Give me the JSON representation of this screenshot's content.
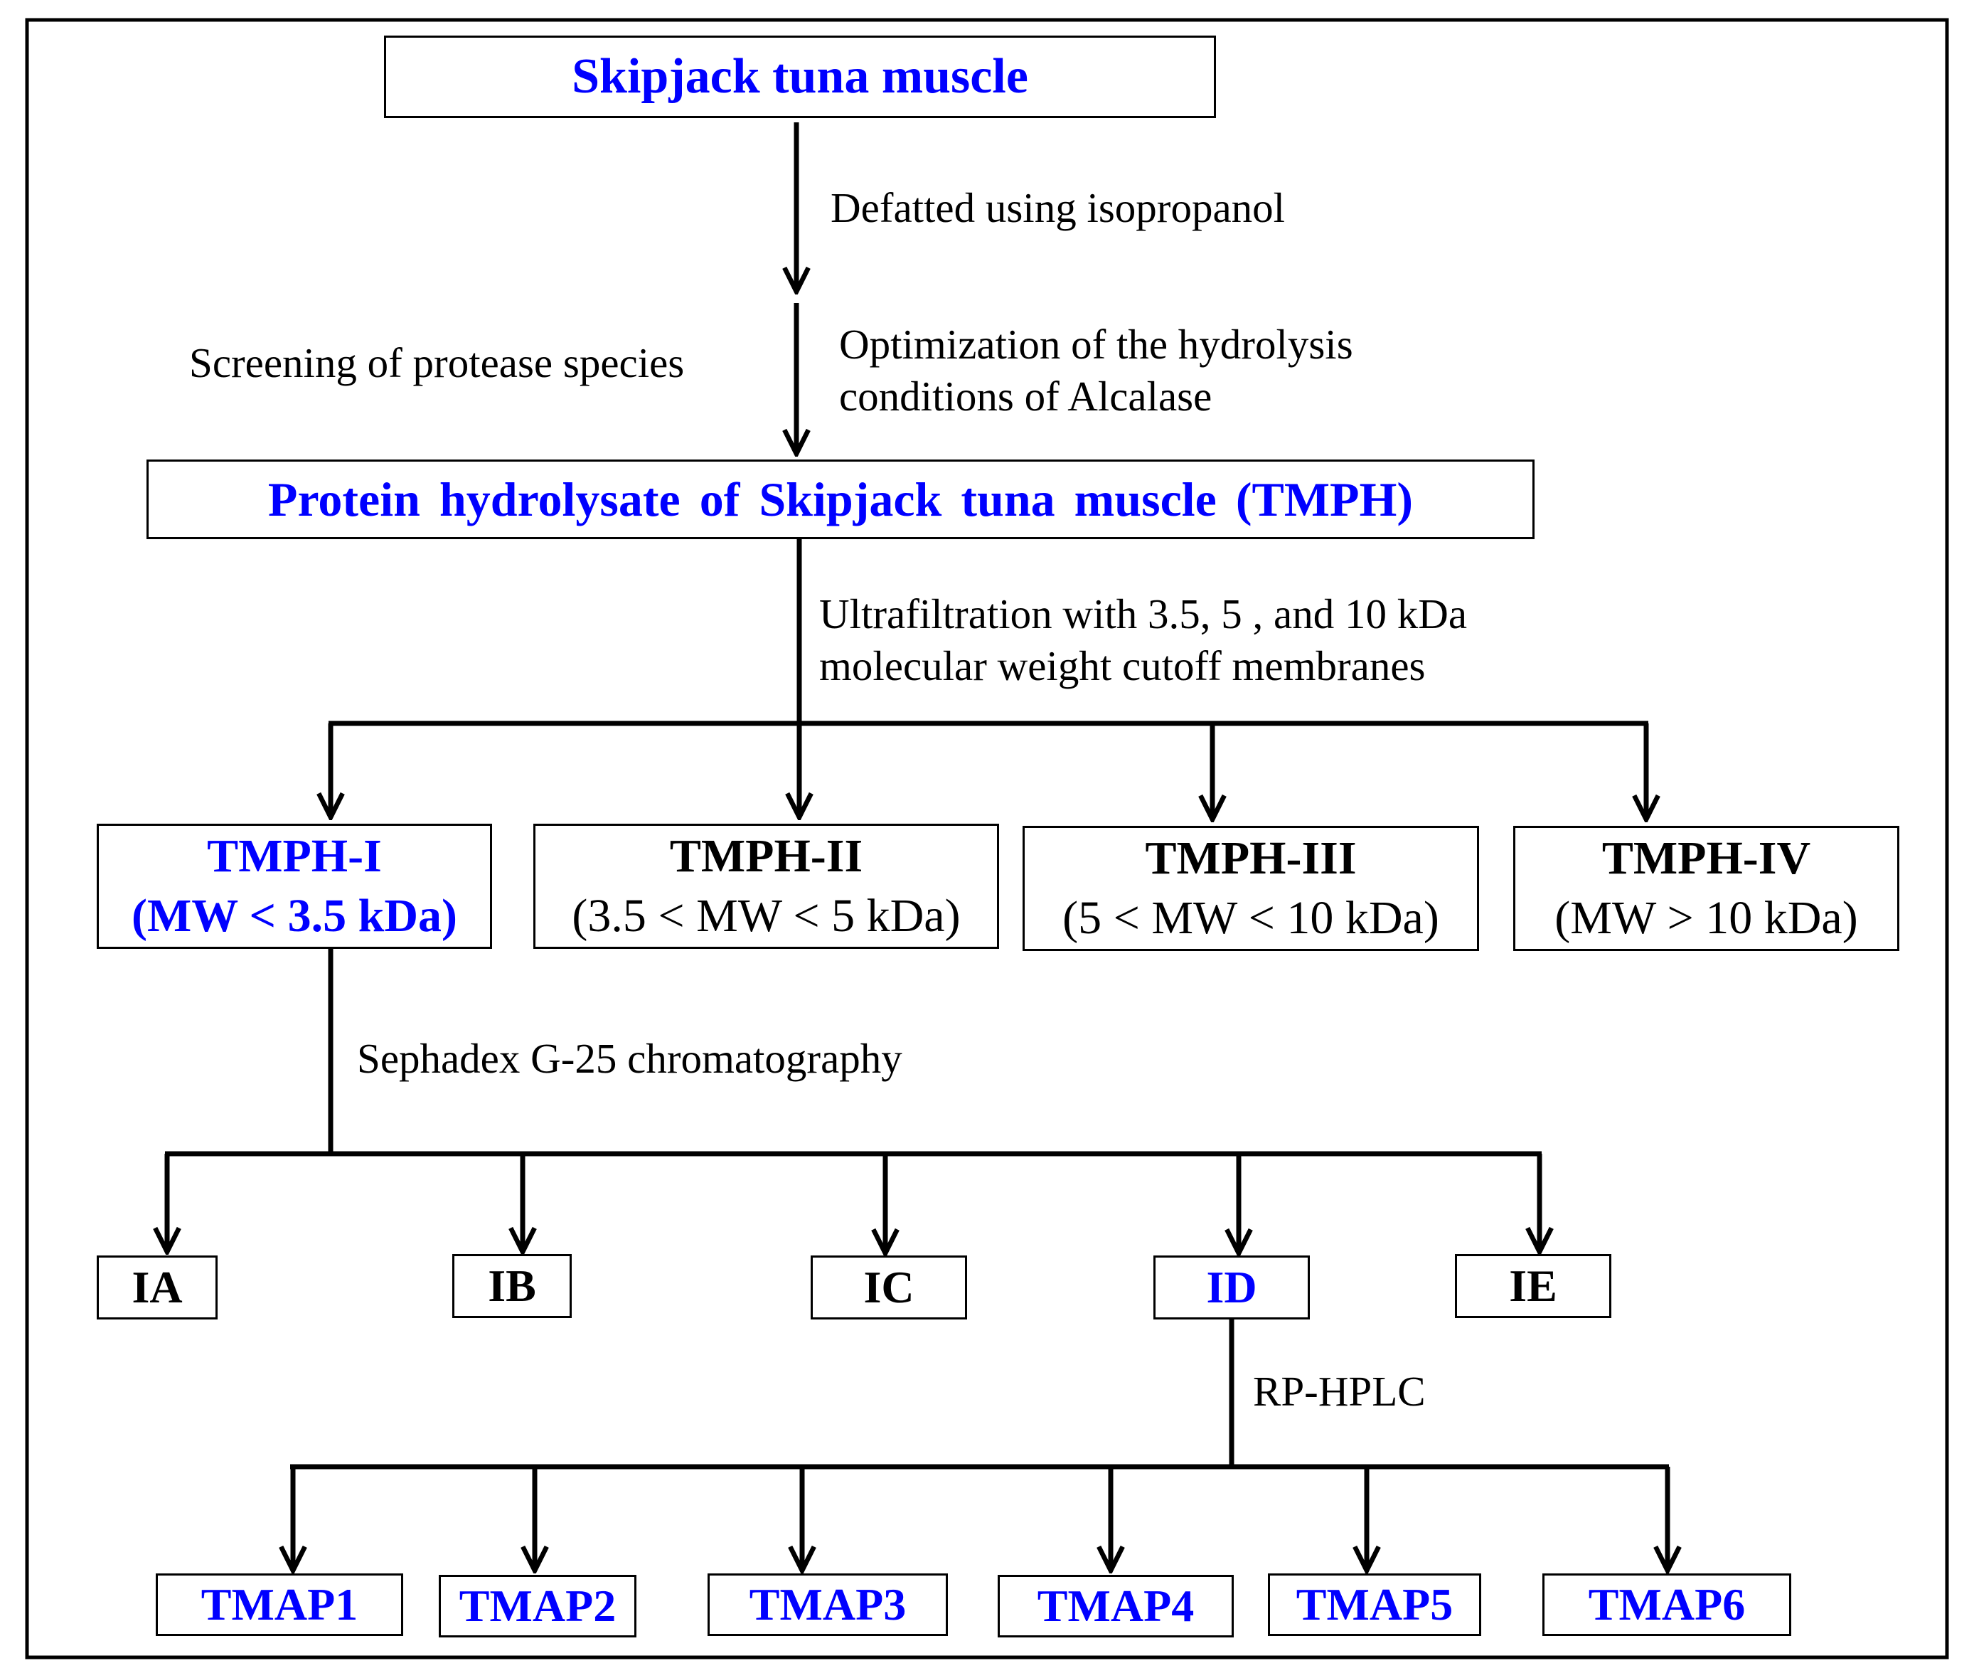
{
  "nodes": {
    "source": "Skipjack tuna muscle",
    "tmph": "Protein hydrolysate of Skipjack tuna muscle (TMPH)",
    "tmph1": {
      "title": "TMPH-I",
      "range": "(MW < 3.5 kDa)"
    },
    "tmph2": {
      "title": "TMPH-II",
      "range": "(3.5 < MW < 5 kDa)"
    },
    "tmph3": {
      "title": "TMPH-III",
      "range": "(5 < MW < 10 kDa)"
    },
    "tmph4": {
      "title": "TMPH-IV",
      "range": "(MW > 10 kDa)"
    },
    "ia": "IA",
    "ib": "IB",
    "ic": "IC",
    "id": "ID",
    "ie": "IE",
    "tmap1": "TMAP1",
    "tmap2": "TMAP2",
    "tmap3": "TMAP3",
    "tmap4": "TMAP4",
    "tmap5": "TMAP5",
    "tmap6": "TMAP6"
  },
  "steps": {
    "defatted": "Defatted using isopropanol",
    "screening": "Screening of protease species",
    "optimization_line1": "Optimization of the hydrolysis",
    "optimization_line2": "conditions of Alcalase",
    "ultrafiltration_line1": "Ultrafiltration with 3.5, 5 , and 10 kDa",
    "ultrafiltration_line2": "molecular weight cutoff  membranes",
    "sephadex": "Sephadex G-25 chromatography",
    "rphplc": "RP-HPLC"
  },
  "colors": {
    "highlight_text": "#0000ff",
    "default_text": "#000000",
    "lines": "#000000"
  }
}
